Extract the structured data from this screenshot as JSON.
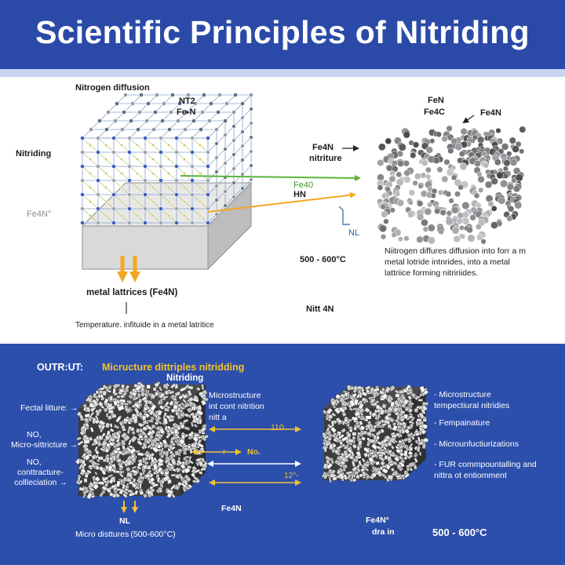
{
  "header": {
    "title": "Scientific Principles of Nitriding"
  },
  "top": {
    "nitrogen_diffusion": "Nitrogen diffusion",
    "nt2": "NT2",
    "fe_n": "Fe-N",
    "nitriding": "Nitriding",
    "fe4n_prime": "Fe4N°",
    "metal_lattrices": "metal lattrices (Fe4N)",
    "temperature_note": "Temperature. infituide in a metal latritice",
    "fe4n_arrow": "Fe4N",
    "nitriture": "nitriture",
    "fe40": "Fe40",
    "hn": "HN",
    "nl": "NL",
    "temp_range": "500 - 600°C",
    "nitt_4n": "Nitt 4N",
    "fen": "FeN",
    "fe4c": "Fe4C",
    "fe4n_label": "Fe4N",
    "diffusion_paragraph": "Niitrogen diffures diffusion into forr a m metal lotride intnrides, into a metal lattriice forming nitririides."
  },
  "bottom": {
    "output_label": "OUTR:UT:",
    "output_title": "Micructure dittriples nitridding",
    "nitriding": "Nitriding",
    "fectal_litture": "Fectal litture: →",
    "no_micro_1": "NO,",
    "no_micro_2": "Micro-sittricture →",
    "no_contr_1": "NO,",
    "no_contr_2": "conttracture-",
    "no_contr_3": "collleciation →",
    "micro_int_1": "Microstructure",
    "micro_int_2": "int cont nitrition",
    "micro_int_3": "nitt a",
    "arrow_110": "110",
    "arrow_r": "r",
    "arrow_no": "No.",
    "arrow_12": "12°-",
    "nl": "NL",
    "micro_disttures": "Micro disttures (500-600°C)",
    "fe4n": "Fe4N",
    "fe4n_deg": "Fe4N°",
    "dra_in": "dra in",
    "temp_range": "500 - 600°C",
    "bullets": [
      "- Microstructure",
      "  tempectiural nitridies",
      "- Fempainature",
      "- Microunfuctiurizations",
      "- FUR commpountalling and",
      "  nittra ot entiomment"
    ]
  },
  "colors": {
    "header_blue": "#2b4aa8",
    "panel_blue": "#2c4fab",
    "accent_yellow": "#f2c230",
    "arrow_orange": "#f5a623",
    "arrow_green": "#5cb43a",
    "lattice_blue": "#3a5fc0"
  }
}
